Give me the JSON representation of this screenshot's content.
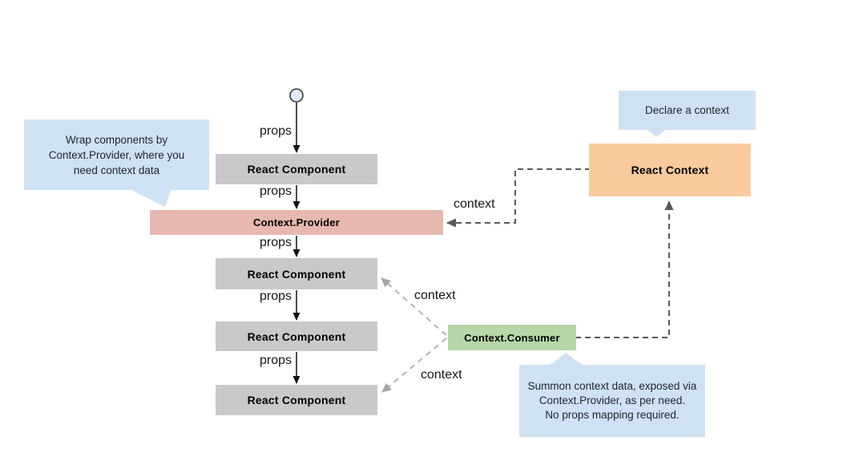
{
  "nodes": {
    "react_component": "React Component",
    "context_provider": "Context.Provider",
    "context_consumer": "Context.Consumer",
    "react_context": "React Context"
  },
  "labels": {
    "props": "props",
    "context": "context"
  },
  "callouts": {
    "wrap_note": "Wrap components by Context.Provider, where you need context data",
    "declare_note": "Declare a context",
    "summon_note_line1": "Summon context data, exposed via Context.Provider, as per need.",
    "summon_note_line2": "No props mapping required."
  },
  "colors": {
    "component_gray": "#c9c9c9",
    "provider_pink": "#e6b8af",
    "consumer_green": "#b6d7a8",
    "context_orange": "#f9cb9c",
    "callout_blue": "#cfe2f3",
    "solid_arrow": "#111111",
    "dashed_dark": "#595959",
    "dashed_light": "#b3b3b3",
    "start_node_fill": "#e3edf9",
    "start_node_stroke": "#383838"
  }
}
